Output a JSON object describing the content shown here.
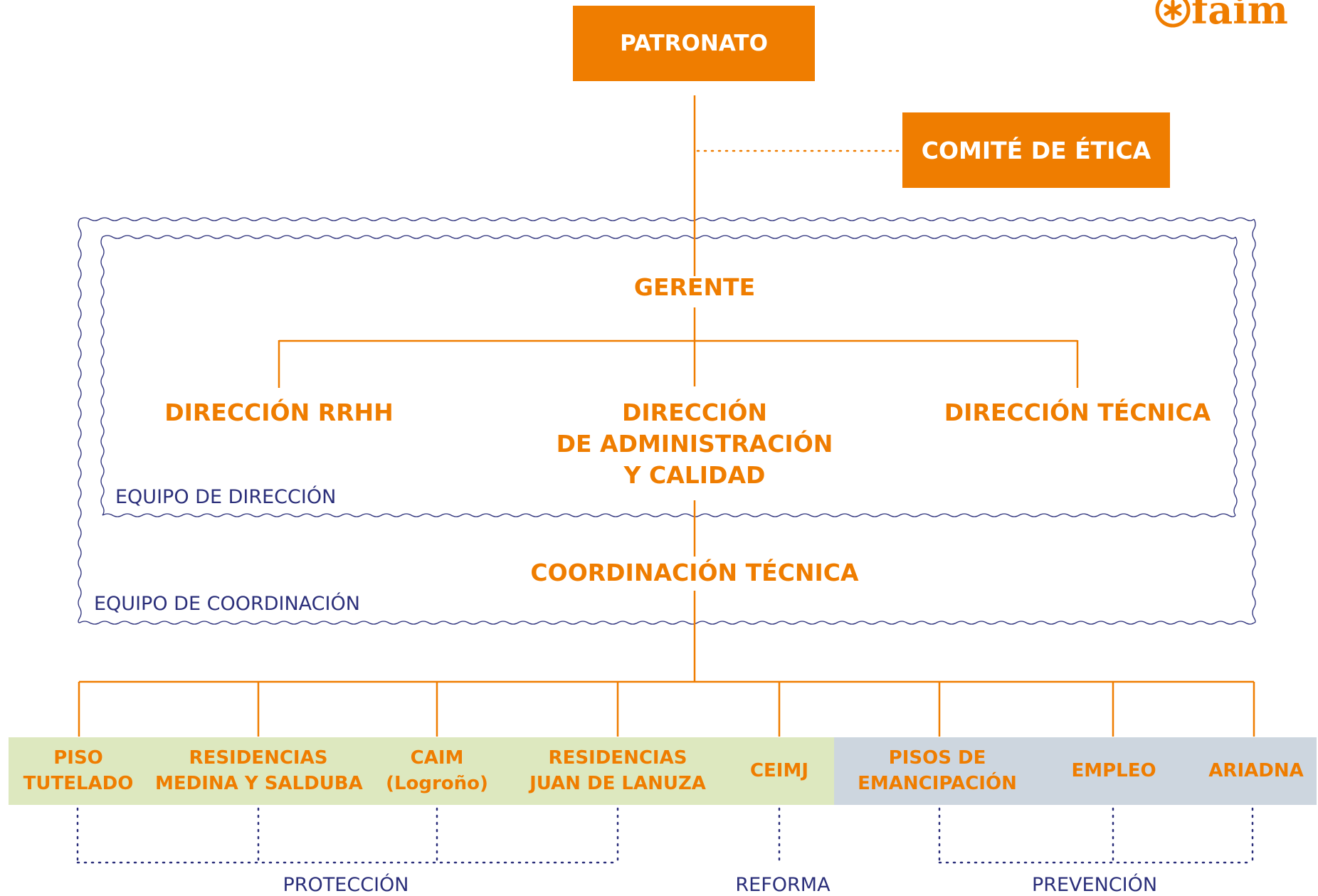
{
  "top": {
    "patronato": "PATRONATO",
    "comite": "COMITÉ DE ÉTICA"
  },
  "direction": {
    "gerente": "GERENTE",
    "rrhh": "DIRECCIÓN RRHH",
    "admin_lines": [
      "DIRECCIÓN",
      "DE ADMINISTRACIÓN",
      "Y CALIDAD"
    ],
    "tecnica": "DIRECCIÓN TÉCNICA",
    "team_label": "EQUIPO DE DIRECCIÓN"
  },
  "coordination": {
    "title": "COORDINACIÓN TÉCNICA",
    "team_label": "EQUIPO DE COORDINACIÓN"
  },
  "units": [
    {
      "lines": [
        "PISO",
        "TUTELADO"
      ]
    },
    {
      "lines": [
        "RESIDENCIAS",
        "MEDINA Y SALDUBA"
      ]
    },
    {
      "lines": [
        "CAIM",
        "(Logroño)"
      ]
    },
    {
      "lines": [
        "RESIDENCIAS",
        "JUAN DE LANUZA"
      ]
    },
    {
      "lines": [
        "CEIMJ"
      ]
    },
    {
      "lines": [
        "PISOS DE",
        "EMANCIPACIÓN"
      ]
    },
    {
      "lines": [
        "EMPLEO"
      ]
    },
    {
      "lines": [
        "ARIADNA"
      ]
    }
  ],
  "groups": {
    "proteccion": "PROTECCIÓN",
    "reforma": "REFORMA",
    "prevencion": "PREVENCIÓN"
  },
  "logo": {
    "text": "faim"
  },
  "colors": {
    "orange": "#ef7d00",
    "navy": "#2b2f7a",
    "green_band": "#dde8bf",
    "blue_band": "#cdd6df"
  }
}
